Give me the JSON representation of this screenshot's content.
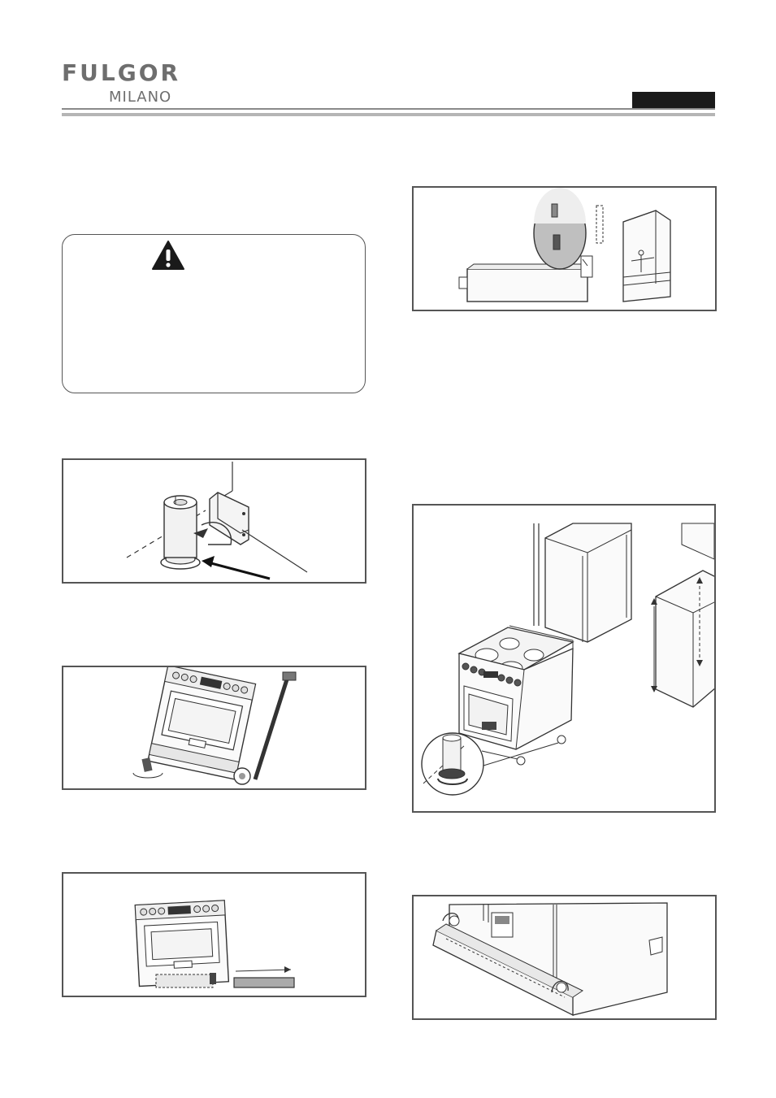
{
  "header": {
    "brand": "FULGOR",
    "sub_brand": "MILANO"
  },
  "warning": {
    "icon": "warning-triangle-icon"
  },
  "figures": [
    {
      "name": "leg-bracket-figure"
    },
    {
      "name": "hand-truck-figure"
    },
    {
      "name": "leveling-leg-figure"
    },
    {
      "name": "anti-tip-figure"
    },
    {
      "name": "installation-figure"
    },
    {
      "name": "kick-panel-figure"
    }
  ]
}
